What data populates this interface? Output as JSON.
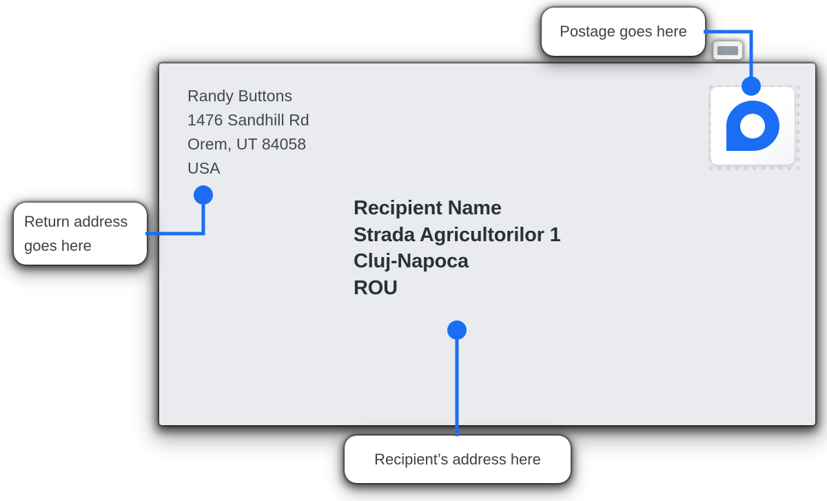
{
  "envelope": {
    "return_address": {
      "lines": [
        "Randy Buttons",
        "1476 Sandhill Rd",
        "Orem, UT 84058",
        "USA"
      ]
    },
    "recipient_address": {
      "lines": [
        "Recipient Name",
        "Strada Agricultorilor 1",
        "Cluj-Napoca",
        "ROU"
      ]
    },
    "stamp": {
      "icon": "location-pin-logo"
    }
  },
  "callouts": {
    "postage": {
      "label": "Postage goes here"
    },
    "return": {
      "label": "Return address goes here"
    },
    "recipient": {
      "label": "Recipient’s address here"
    }
  },
  "colors": {
    "accent_blue": "#1b6ef3",
    "envelope_fill": "#e9ebee",
    "callout_background": "#ffffff",
    "recipient_text": "#2a313a",
    "secondary_text": "#42484f"
  }
}
